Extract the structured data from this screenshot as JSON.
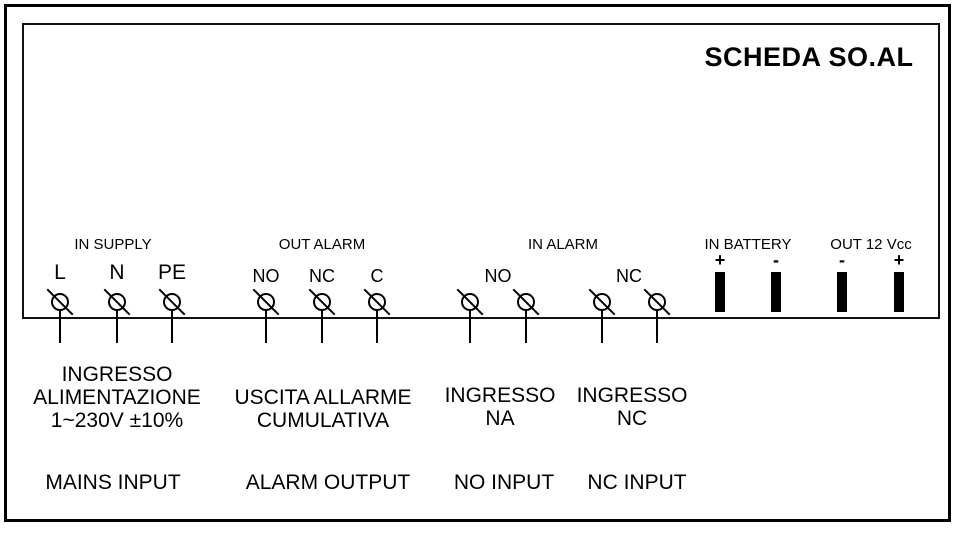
{
  "diagram_title": "SCHEDA SO.AL",
  "terminal_groups": [
    {
      "id": "in_supply",
      "label": "IN SUPPLY",
      "terminals": [
        "L",
        "N",
        "PE"
      ]
    },
    {
      "id": "out_alarm",
      "label": "OUT ALARM",
      "terminals": [
        "NO",
        "NC",
        "C"
      ]
    },
    {
      "id": "in_alarm",
      "label": "IN ALARM",
      "pairs": [
        "NO",
        "NC"
      ]
    },
    {
      "id": "in_battery",
      "label": "IN BATTERY",
      "polarity": [
        "+",
        "-"
      ]
    },
    {
      "id": "out_12vcc",
      "label": "OUT 12 Vcc",
      "polarity": [
        "-",
        "+"
      ]
    }
  ],
  "captions_italian": {
    "mains": [
      "INGRESSO",
      "ALIMENTAZIONE",
      "1~230V ±10%"
    ],
    "alarm": [
      "USCITA ALLARME",
      "CUMULATIVA"
    ],
    "no_input": [
      "INGRESSO",
      "NA"
    ],
    "nc_input": [
      "INGRESSO",
      "NC"
    ]
  },
  "captions_english": {
    "mains": "MAINS INPUT",
    "alarm": "ALARM OUTPUT",
    "no_input": "NO INPUT",
    "nc_input": "NC INPUT"
  },
  "colors": {
    "line": "#000000",
    "background": "#ffffff"
  }
}
